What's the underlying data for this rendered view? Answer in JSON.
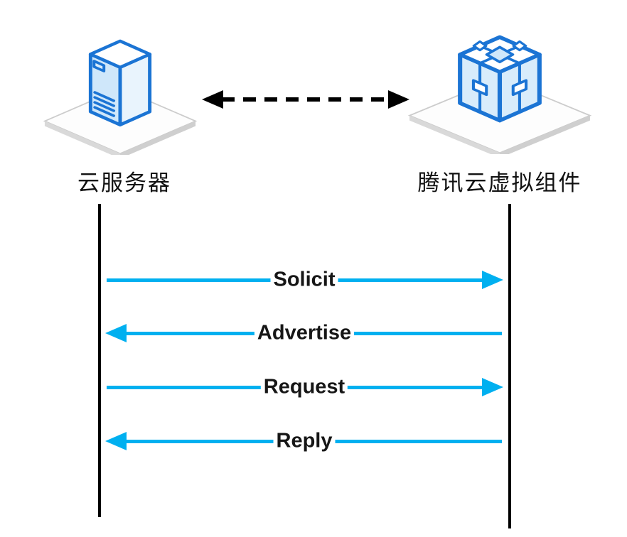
{
  "diagram": {
    "top": {
      "left_node": {
        "label": "云服务器",
        "icon": "server-on-platform-icon"
      },
      "right_node": {
        "label": "腾讯云虚拟组件",
        "icon": "cube-component-on-platform-icon"
      },
      "connector": {
        "style": "dashed",
        "arrows": "both-directions",
        "color": "#000000"
      }
    },
    "sequence": {
      "lifelines": [
        {
          "owner": "云服务器"
        },
        {
          "owner": "腾讯云虚拟组件"
        }
      ],
      "messages": [
        {
          "label": "Solicit",
          "direction": "right"
        },
        {
          "label": "Advertise",
          "direction": "left"
        },
        {
          "label": "Request",
          "direction": "right"
        },
        {
          "label": "Reply",
          "direction": "left"
        }
      ]
    },
    "colors": {
      "message_arrow": "#00b0f0",
      "lifeline": "#000000",
      "icon_outline": "#1b74d4",
      "icon_fill_light": "#d8ecfb",
      "platform_side": "#d9d9d9",
      "platform_edge": "#cccccc",
      "text": "#111111"
    }
  }
}
